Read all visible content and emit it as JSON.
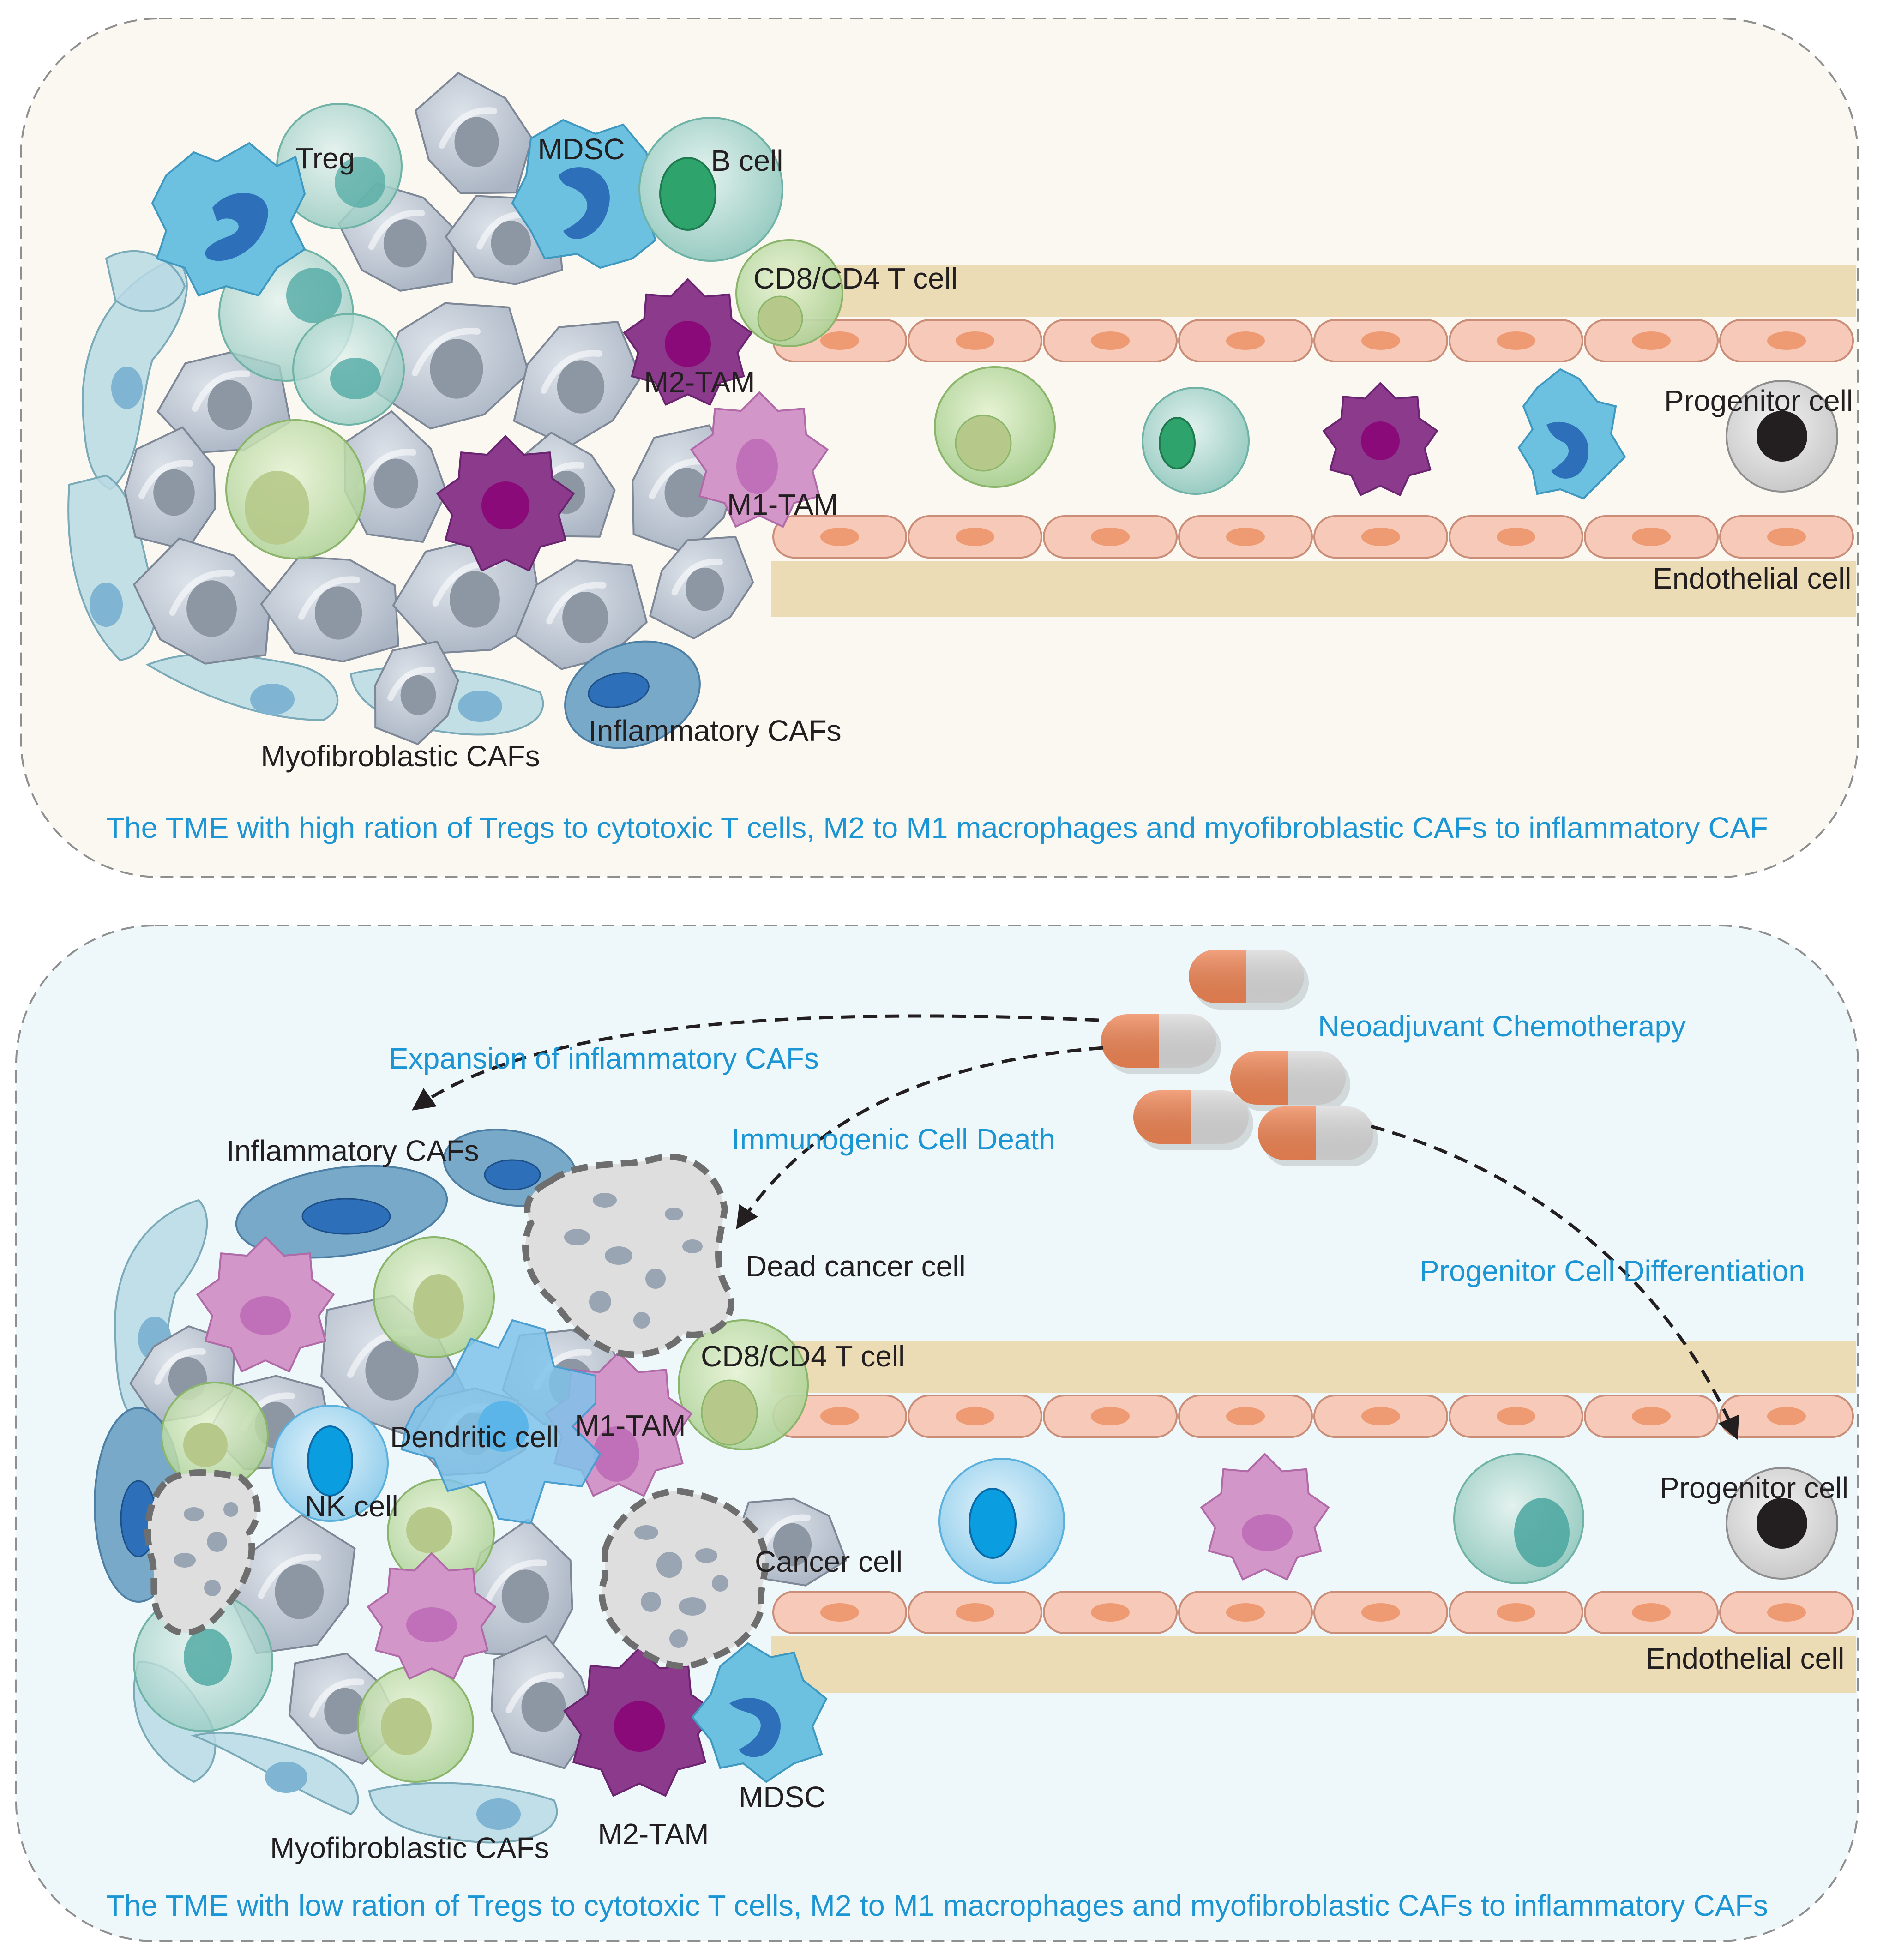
{
  "colors": {
    "panel_top_bg": "#fbf7f1",
    "panel_bottom_bg": "#eef7fa",
    "caption_blue": "#1b95d4",
    "label_dark": "#231f20",
    "vessel_wall": "#ecdcb5",
    "endothelial": "#f6c9b8",
    "endo_nucleus": "#ee9a72",
    "cancer_cell": "#b9c2cf",
    "caf_cell": "#b8dbe4",
    "macrophage_m2": "#8c3a8c",
    "macrophage_m1": "#d396c8",
    "pill_orange": "#ee8454",
    "pill_gray": "#d9d9d9",
    "dead_cell": "#dedede"
  },
  "top_panel": {
    "labels": {
      "treg": "Treg",
      "mdsc": "MDSC",
      "b_cell": "B cell",
      "cd8_cd4_t_cell": "CD8/CD4 T cell",
      "m2_tam": "M2-TAM",
      "m1_tam": "M1-TAM",
      "progenitor_cell": "Progenitor cell",
      "endothelial_cell": "Endothelial cell",
      "inflammatory_cafs": "Inflammatory CAFs",
      "myofibroblastic_cafs": "Myofibroblastic CAFs"
    },
    "caption": "The TME with high ration of Tregs to cytotoxic T cells, M2 to M1 macrophages and myofibroblastic CAFs to inflammatory CAF"
  },
  "bottom_panel": {
    "labels": {
      "neoadjuvant_chemotherapy": "Neoadjuvant Chemotherapy",
      "expansion_inflammatory_cafs": "Expansion of inflammatory CAFs",
      "immunogenic_cell_death": "Immunogenic Cell Death",
      "progenitor_cell_differentiation": "Progenitor Cell Differentiation",
      "inflammatory_cafs": "Inflammatory CAFs",
      "dead_cancer_cell": "Dead cancer cell",
      "cd8_cd4_t_cell": "CD8/CD4 T cell",
      "dendritic_cell": "Dendritic cell",
      "m1_tam": "M1-TAM",
      "nk_cell": "NK cell",
      "cancer_cell": "Cancer cell",
      "progenitor_cell": "Progenitor cell",
      "endothelial_cell": "Endothelial cell",
      "mdsc": "MDSC",
      "m2_tam": "M2-TAM",
      "myofibroblastic_cafs": "Myofibroblastic CAFs"
    },
    "caption": "The TME with low ration of Tregs to cytotoxic T cells, M2 to M1 macrophages and myofibroblastic CAFs to inflammatory CAFs"
  }
}
